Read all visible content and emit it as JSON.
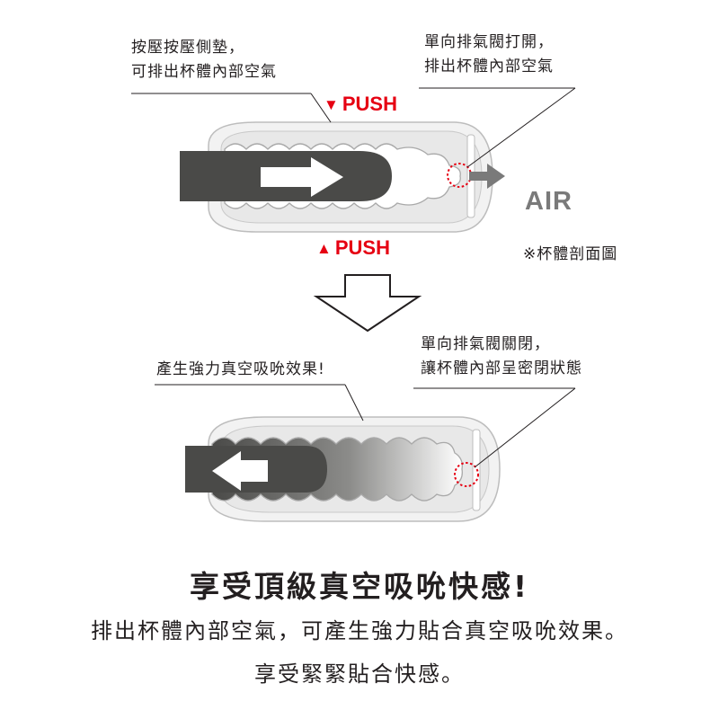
{
  "diagram_top": {
    "callout_left": [
      "按壓按壓側墊，",
      "可排出杯體內部空氣"
    ],
    "callout_right": [
      "單向排氣閥打開，",
      "排出杯體內部空氣"
    ],
    "push_top": "PUSH",
    "push_bottom": "PUSH",
    "air_label": "AIR",
    "note": "※杯體剖面圖"
  },
  "diagram_bottom": {
    "callout_left": "產生強力真空吸吮效果!",
    "callout_right": [
      "單向排氣閥關閉，",
      "讓杯體內部呈密閉狀態"
    ]
  },
  "headline": "享受頂級真空吸吮快感!",
  "caption_line1": "排出杯體內部空氣，可產生強力貼合真空吸吮效果。",
  "caption_line2": "享受緊緊貼合快感。",
  "colors": {
    "accent_red": "#e60012",
    "dark_gray": "#4a4a48",
    "air_gray": "#7a7a7a",
    "text": "#231f20"
  },
  "icons": {
    "push_arrow": "down-triangle",
    "air_arrow": "right-arrow",
    "process_arrow": "down-arrow-outline"
  }
}
